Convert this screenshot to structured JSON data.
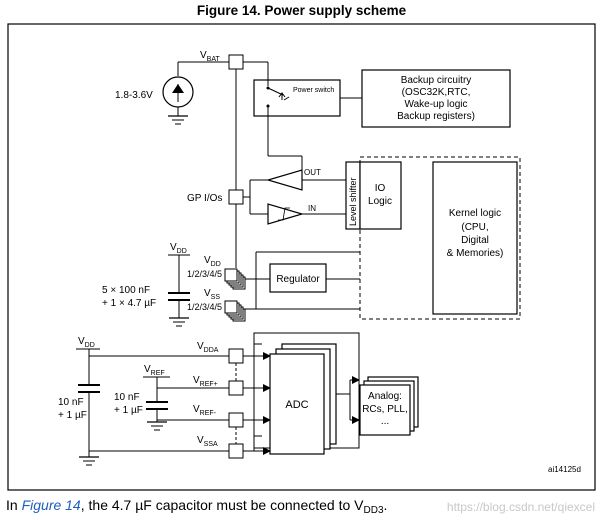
{
  "figure": {
    "title": "Figure 14. Power supply scheme",
    "ref_id": "ai14125d"
  },
  "labels": {
    "vbat": "V",
    "vbat_sub": "BAT",
    "battery_range": "1.8-3.6V",
    "power_switch": "Power switch",
    "backup_box": [
      "Backup circuitry",
      "(OSC32K,RTC,",
      "Wake-up logic",
      "Backup registers)"
    ],
    "out": "OUT",
    "in": "IN",
    "gpio": "GP I/Os",
    "level_shifter": "Level shifter",
    "io_logic": [
      "IO",
      "Logic"
    ],
    "kernel_logic": [
      "Kernel logic",
      "(CPU,",
      "Digital",
      "& Memories)"
    ],
    "vdd_left": "V",
    "vdd_left_sub": "DD",
    "vdd_pins": "V",
    "vdd_pins_sub": "DD",
    "vdd_pins_num": "1/2/3/4/5",
    "vss_pins": "V",
    "vss_pins_sub": "SS",
    "vss_pins_num": "1/2/3/4/5",
    "caps_main": [
      "5 × 100 nF",
      "+ 1 × 4.7 µF"
    ],
    "regulator": "Regulator",
    "vdd_adc": "V",
    "vdd_adc_sub": "DD",
    "vdda": "V",
    "vdda_sub": "DDA",
    "vref": "V",
    "vref_sub": "REF",
    "vref_plus": "V",
    "vref_plus_sub": "REF+",
    "vref_minus": "V",
    "vref_minus_sub": "REF-",
    "vssa": "V",
    "vssa_sub": "SSA",
    "caps_analog": [
      "10 nF",
      "+ 1 µF"
    ],
    "caps_vref": [
      "10 nF",
      "+ 1 µF"
    ],
    "adc": "ADC",
    "analog_box": [
      "Analog:",
      "RCs, PLL,",
      "..."
    ]
  },
  "caption": {
    "prefix": "In ",
    "link": "Figure 14",
    "middle": ", the 4.7 µF capacitor must be connected to V",
    "sub": "DD3",
    "suffix": "."
  },
  "watermark": "https://blog.csdn.net/qiexcel"
}
